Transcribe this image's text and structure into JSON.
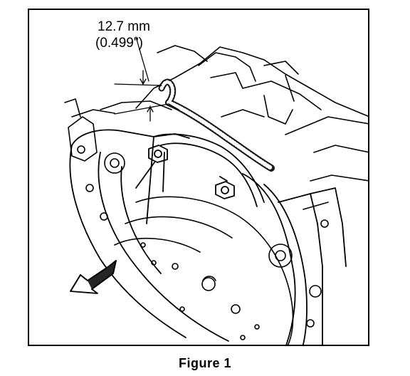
{
  "figure": {
    "dimension_metric": "12.7 mm",
    "dimension_imperial": "(0.499\")",
    "caption": "Figure 1"
  }
}
